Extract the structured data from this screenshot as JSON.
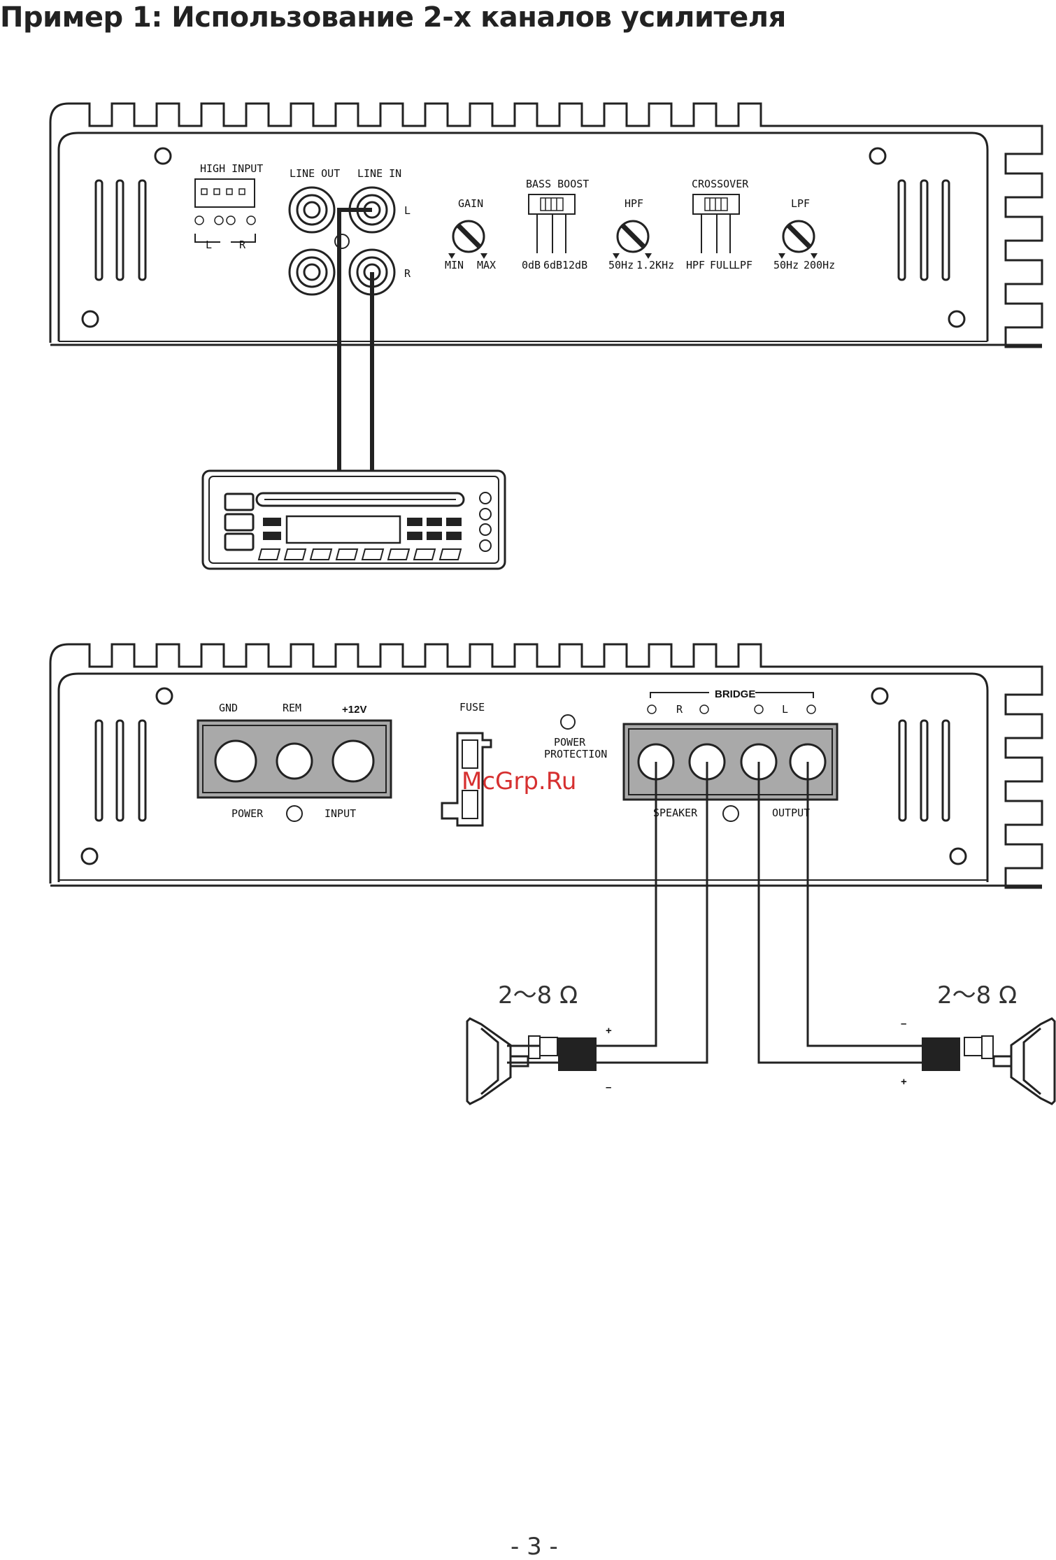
{
  "title": "Пример 1: Использование 2-х каналов усилителя",
  "amp_top": {
    "high_input": "HIGH  INPUT",
    "hi_l": "L",
    "hi_r": "R",
    "line_out": "LINE OUT",
    "line_in": "LINE IN",
    "rca_l": "L",
    "rca_r": "R",
    "gain": "GAIN",
    "gain_min": "MIN",
    "gain_max": "MAX",
    "bass_boost": "BASS BOOST",
    "bb_0": "0dB",
    "bb_6": "6dB",
    "bb_12": "12dB",
    "hpf": "HPF",
    "hpf_min": "50Hz",
    "hpf_max": "1.2KHz",
    "crossover": "CROSSOVER",
    "xo_hpf": "HPF",
    "xo_full": "FULL",
    "xo_lpf": "LPF",
    "lpf": "LPF",
    "lpf_min": "50Hz",
    "lpf_max": "200Hz"
  },
  "amp_bottom": {
    "gnd": "GND",
    "rem": "REM",
    "v12": "+12V",
    "power": "POWER",
    "input": "INPUT",
    "fuse": "FUSE",
    "power_protection_1": "POWER",
    "power_protection_2": "PROTECTION",
    "bridge": "BRIDGE",
    "r": "R",
    "l": "L",
    "speaker": "SPEAKER",
    "output": "OUTPUT"
  },
  "speakers": {
    "left_impedance": "2～8 Ω",
    "right_impedance": "2～8 Ω",
    "left_plus": "+",
    "left_minus": "–",
    "right_minus": "–",
    "right_plus": "+"
  },
  "watermark": "McGrp.Ru",
  "page_number": "- 3 -"
}
